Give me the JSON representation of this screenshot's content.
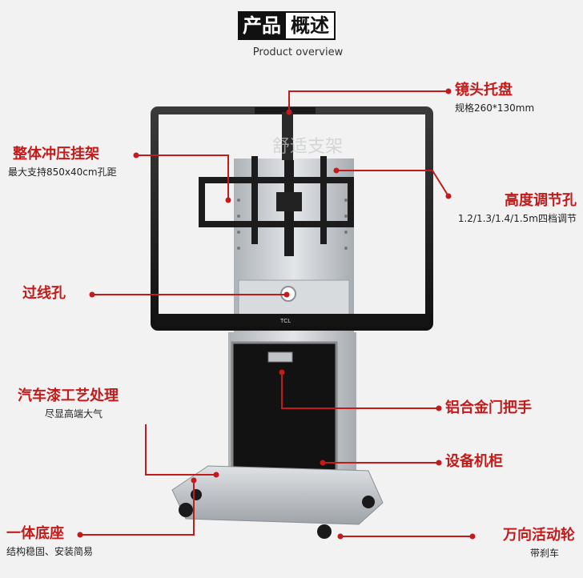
{
  "header": {
    "title_part1": "产品",
    "title_part2": "概述",
    "subtitle": "Product overview"
  },
  "tv": {
    "brand": "TCL"
  },
  "watermark": {
    "text": "舒适支架"
  },
  "callouts": {
    "camera_tray": {
      "title": "镜头托盘",
      "sub": "规格260*130mm"
    },
    "stamped_bracket": {
      "title": "整体冲压挂架",
      "sub": "最大支持850x40cm孔距"
    },
    "height_holes": {
      "title": "高度调节孔",
      "sub": "1.2/1.3/1.4/1.5m四档调节"
    },
    "cable_hole": {
      "title": "过线孔"
    },
    "paint": {
      "title": "汽车漆工艺处理",
      "sub": "尽显高端大气"
    },
    "handle": {
      "title": "铝合金门把手"
    },
    "cabinet": {
      "title": "设备机柜"
    },
    "base": {
      "title": "一体底座",
      "sub": "结构稳固、安装简易"
    },
    "casters": {
      "title": "万向活动轮",
      "sub": "带刹车"
    }
  },
  "colors": {
    "accent": "#c41a1a",
    "frame": "#1a1a1a",
    "metal": "#c9cdd1",
    "cabinet": "#121212"
  }
}
